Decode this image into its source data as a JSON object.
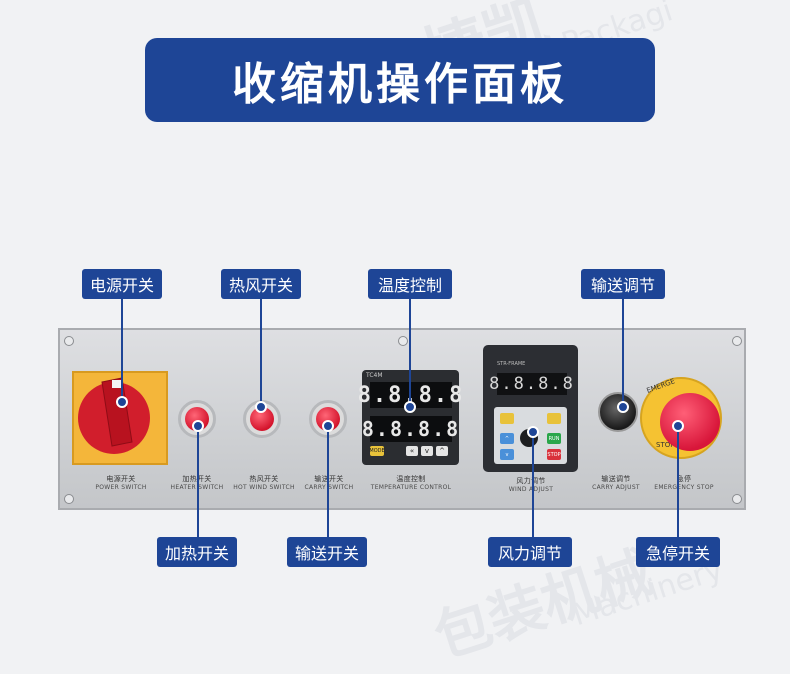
{
  "title": "收缩机操作面板",
  "watermark": {
    "top_text": "捷凯",
    "top_en": "Packagi",
    "bottom_text": "包装机械",
    "bottom_en": "Machinery"
  },
  "labels": {
    "power_switch": "电源开关",
    "hot_air_switch": "热风开关",
    "temperature_control": "温度控制",
    "carry_adjust": "输送调节",
    "heater_switch": "加热开关",
    "carry_switch": "输送开关",
    "wind_adjust": "风力调节",
    "emergency_stop": "急停开关"
  },
  "plates": {
    "power": {
      "cn": "电源开关",
      "en": "POWER SWITCH"
    },
    "heater": {
      "cn": "加热开关",
      "en": "HEATER SWITCH"
    },
    "hot_wind": {
      "cn": "热风开关",
      "en": "HOT WIND SWITCH"
    },
    "carry": {
      "cn": "输送开关",
      "en": "CARRY SWITCH"
    },
    "temp": {
      "cn": "温度控制",
      "en": "TEMPERATURE CONTROL"
    },
    "wind": {
      "cn": "风力调节",
      "en": "WIND ADJUST"
    },
    "carry_adjust": {
      "cn": "输送调节",
      "en": "CARRY ADJUST"
    },
    "estop": {
      "cn": "急停",
      "en": "EMERGENCY STOP"
    }
  },
  "devices": {
    "temp_controller": {
      "model": "TC4M",
      "pv": "8.8.8.8",
      "sv": "8.8.8.8",
      "mode_key": "MODE"
    },
    "inverter": {
      "brand": "STR-FRAME",
      "display": "8.8.8.8",
      "run_key": "RUN",
      "stop_key": "STOP"
    },
    "estop_text": {
      "top": "EMERGE",
      "bottom": "STOP"
    }
  },
  "colors": {
    "accent": "#1e4596",
    "button_red": "#d4142c",
    "knob_yellow": "#f4b63a"
  }
}
